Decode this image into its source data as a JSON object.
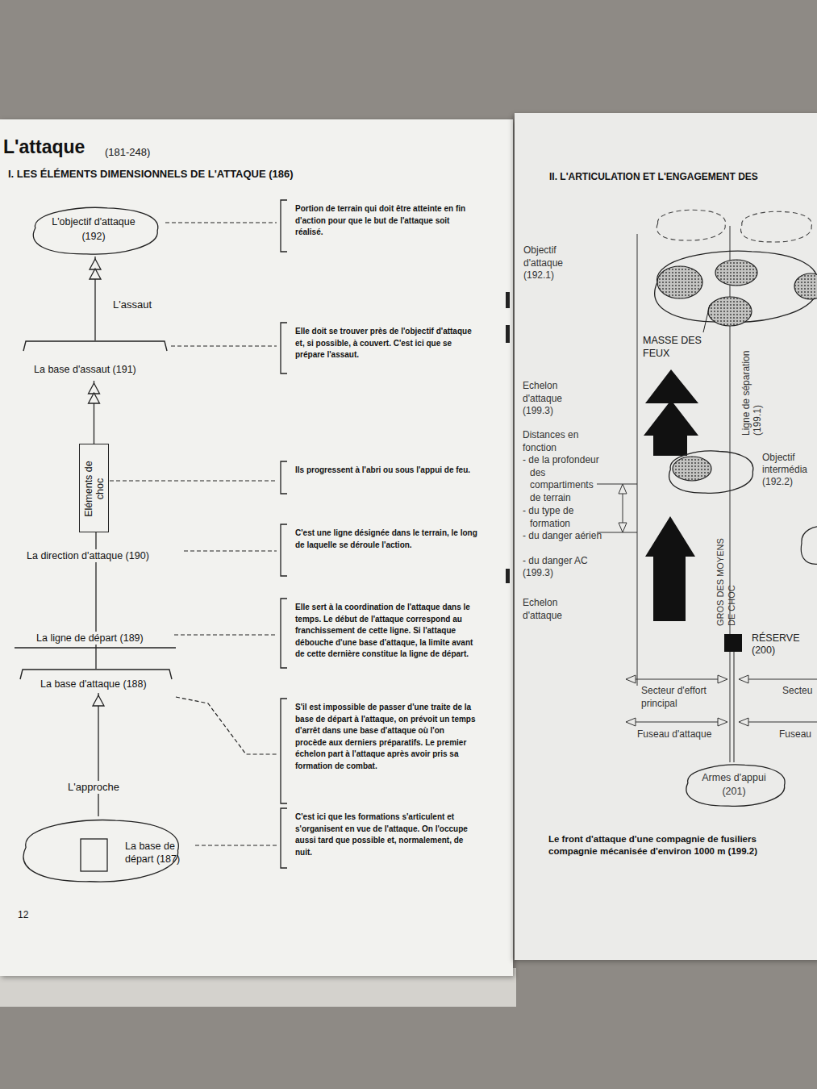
{
  "diagram": {
    "title": "L'attaque",
    "nodes": [
      {
        "text": [
          "L'objectif d'attaque (192)"
        ]
      },
      {
        "text": [
          "La base d'assaut (191)"
        ]
      },
      {
        "text": [
          "Eléments de choc"
        ]
      },
      {
        "text": [
          "La base d'attaque (188)"
        ]
      },
      {
        "text": [
          "La base de départ (187)"
        ]
      },
      {
        "text": [
          "Objectif intermédia (192.2)"
        ]
      },
      {
        "text": [
          "RÉSERVE (200)"
        ]
      },
      {
        "text": [
          "Armes d'appui (201)"
        ]
      }
    ],
    "edges": [
      {
        "from": 1,
        "to": 0,
        "arrow": "to",
        "label": "L'assaut"
      },
      {
        "from": 2,
        "to": 1,
        "arrow": "to"
      },
      {
        "from": 3,
        "to": 2,
        "arrow": "none"
      },
      {
        "from": 4,
        "to": 3,
        "arrow": "to",
        "label": "L'approche"
      },
      {
        "from": 7,
        "to": 6,
        "arrow": "none"
      }
    ],
    "labels": [
      "(181-248)",
      "I. LES ÉLÉMENTS DIMENSIONNELS DE L'ATTAQUE (186)",
      "II. L'ARTICULATION ET L'ENGAGEMENT DES",
      "La direction d'attaque (190)",
      "La ligne de départ (189)",
      "Portion de terrain qui doit être atteinte en fin d'action pour que le but de l'attaque soit réalisé.",
      "Elle doit se trouver près de l'objectif d'attaque et, si possible, à couvert. C'est ici que se prépare l'assaut.",
      "Ils progressent à l'abri ou sous l'appui de feu.",
      "C'est une ligne désignée dans le terrain, le long de laquelle se déroule l'action.",
      "Elle sert à la coordination de l'attaque dans le temps. Le début de l'attaque correspond au franchissement de cette ligne. Si l'attaque débouche d'une base d'attaque, la limite avant de cette dernière constitue la ligne de départ.",
      "S'il est impossible de passer d'une traite de la base de départ à l'attaque, on prévoit un temps d'arrêt dans une base d'attaque où l'on procède aux derniers préparatifs. Le premier échelon part à l'attaque après avoir pris sa formation de combat.",
      "C'est ici que les formations s'articulent et s'organisent en vue de l'attaque. On l'occupe aussi tard que possible et, normalement, de nuit.",
      "12",
      "Objectif d'attaque (192.1)",
      "MASSE DES FEUX",
      "Echelon d'attaque (199.3)",
      "Ligne de séparation (199.1)",
      "Distances en fonction",
      "- de la profondeur des compartiments de terrain",
      "- du type de formation",
      "- du danger aérien",
      "- du danger AC",
      "(199.3)",
      "GROS DES MOYENS DE CHOC",
      "Echelon d'attaque",
      "Secteur d'effort principal",
      "Secteu",
      "Fuseau d'attaque",
      "Fuseau",
      "Le front d'attaque d'une compagnie de fusiliers",
      "compagnie mécanisée d'environ 1000 m (199.2)"
    ]
  }
}
